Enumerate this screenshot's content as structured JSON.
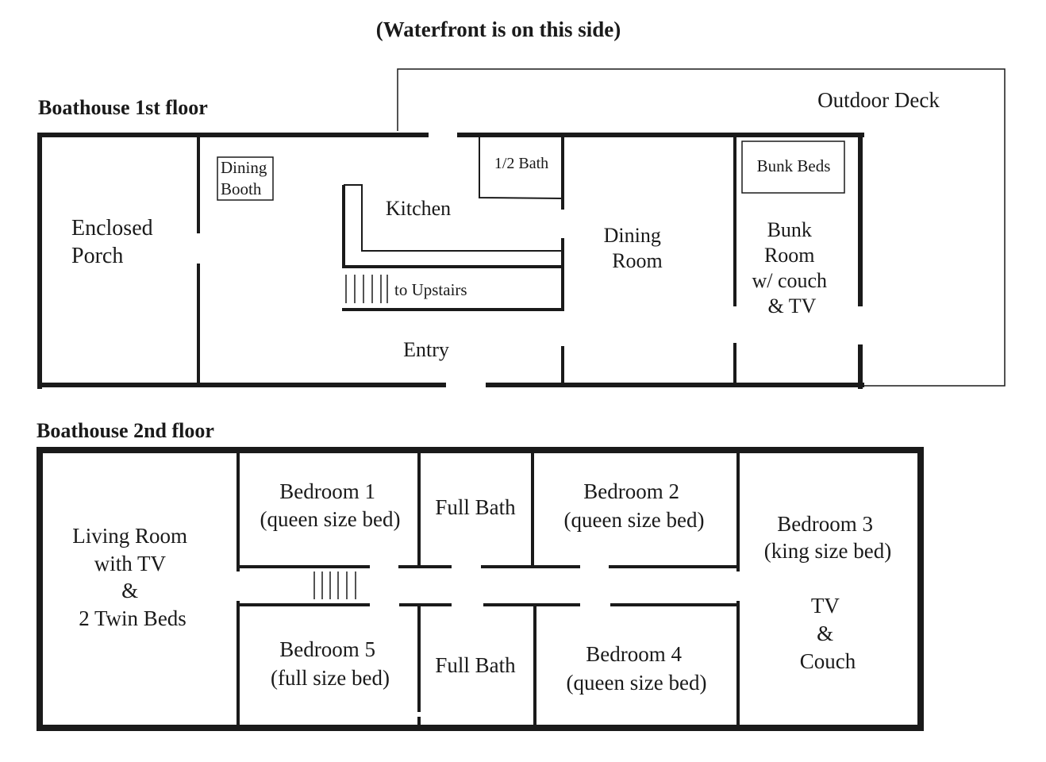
{
  "waterfront_note": "(Waterfront is on this side)",
  "floor1": {
    "title": "Boathouse 1st floor",
    "outdoor_deck": "Outdoor Deck",
    "enclosed_porch": [
      "Enclosed",
      "Porch"
    ],
    "dining_booth": [
      "Dining",
      "Booth"
    ],
    "kitchen": "Kitchen",
    "half_bath": "1/2 Bath",
    "dining_room": [
      "Dining",
      "Room"
    ],
    "bunk_beds": "Bunk Beds",
    "bunk_room": [
      "Bunk",
      "Room",
      "w/ couch",
      "& TV"
    ],
    "stairs": "to Upstairs",
    "entry": "Entry"
  },
  "floor2": {
    "title": "Boathouse 2nd floor",
    "living_room": [
      "Living Room",
      "with TV",
      "&",
      "2 Twin Beds"
    ],
    "bedroom1": [
      "Bedroom 1",
      "(queen size bed)"
    ],
    "full_bath_top": "Full Bath",
    "bedroom2": [
      "Bedroom 2",
      "(queen size bed)"
    ],
    "bedroom3": [
      "Bedroom 3",
      "(king size bed)"
    ],
    "bedroom3_extra": [
      "TV",
      "&",
      "Couch"
    ],
    "bedroom5": [
      "Bedroom 5",
      "(full size bed)"
    ],
    "full_bath_bottom": "Full Bath",
    "bedroom4": [
      "Bedroom 4",
      "(queen size bed)"
    ]
  }
}
